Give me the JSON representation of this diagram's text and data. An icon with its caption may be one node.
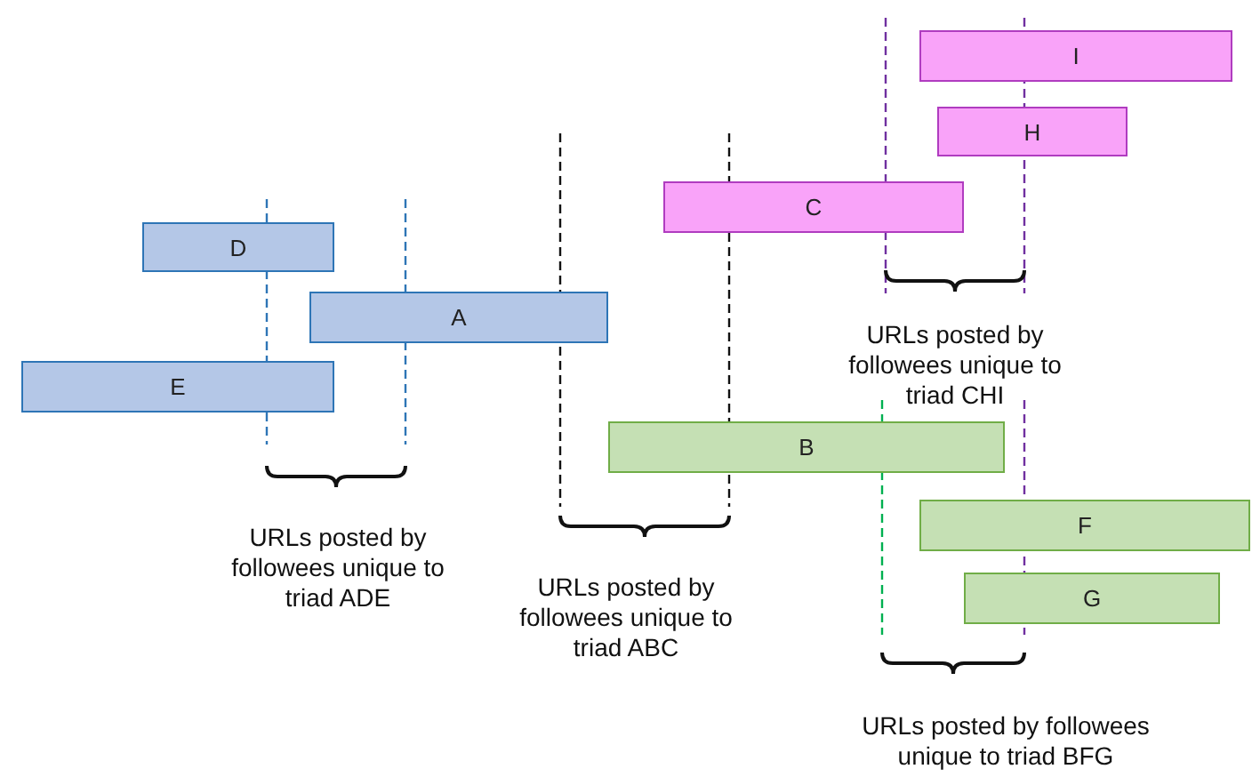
{
  "diagram": {
    "nodes": [
      {
        "text": [
          "I"
        ]
      },
      {
        "text": [
          "H"
        ]
      },
      {
        "text": [
          "C"
        ]
      },
      {
        "text": [
          "D"
        ]
      },
      {
        "text": [
          "A"
        ]
      },
      {
        "text": [
          "E"
        ]
      },
      {
        "text": [
          "B"
        ]
      },
      {
        "text": [
          "F"
        ]
      },
      {
        "text": [
          "G"
        ]
      }
    ],
    "labels": [
      "URLs posted by followees unique to triad CHI",
      "URLs posted by followees unique to triad ADE",
      "URLs posted by followees unique to triad ABC",
      "URLs posted by followees unique to triad BFG"
    ]
  }
}
